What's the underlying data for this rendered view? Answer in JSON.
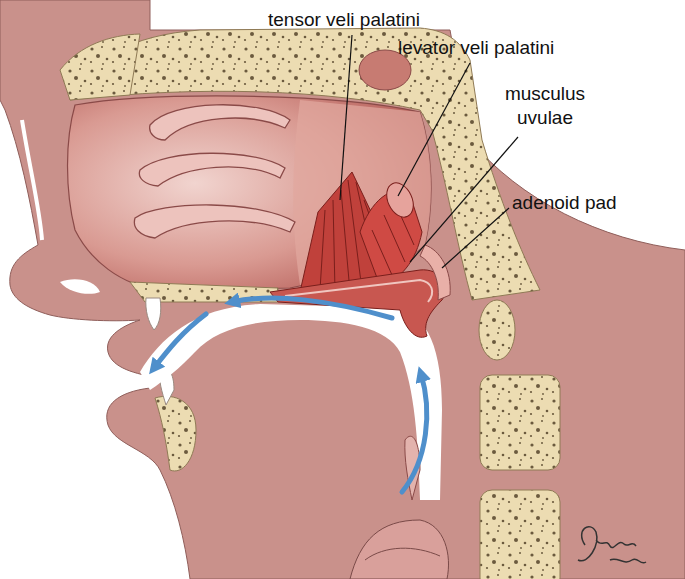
{
  "diagram": {
    "labels": [
      "tensor veli palatini",
      "levator veli palatini",
      "musculus uvulae",
      "adenoid pad"
    ]
  }
}
